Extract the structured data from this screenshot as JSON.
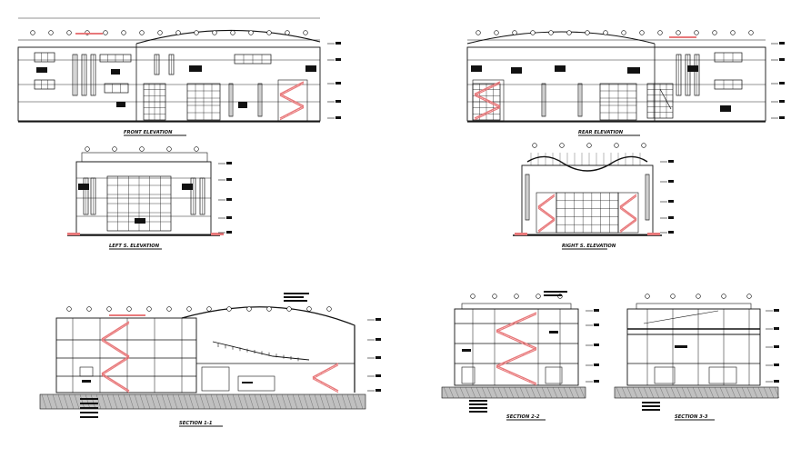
{
  "drawings": {
    "front_elevation": {
      "title": "FRONT ELEVATION"
    },
    "rear_elevation": {
      "title": "REAR ELEVATION"
    },
    "left_elevation": {
      "title": "LEFT S. ELEVATION"
    },
    "right_elevation": {
      "title": "RIGHT S. ELEVATION"
    },
    "section_1": {
      "title": "SECTION 1-1"
    },
    "section_2": {
      "title": "SECTION 2-2"
    },
    "section_3": {
      "title": "SECTION 3-3"
    }
  },
  "colors": {
    "line": "#111111",
    "stair": "#e8787a",
    "ground": "#c0c0c0"
  }
}
